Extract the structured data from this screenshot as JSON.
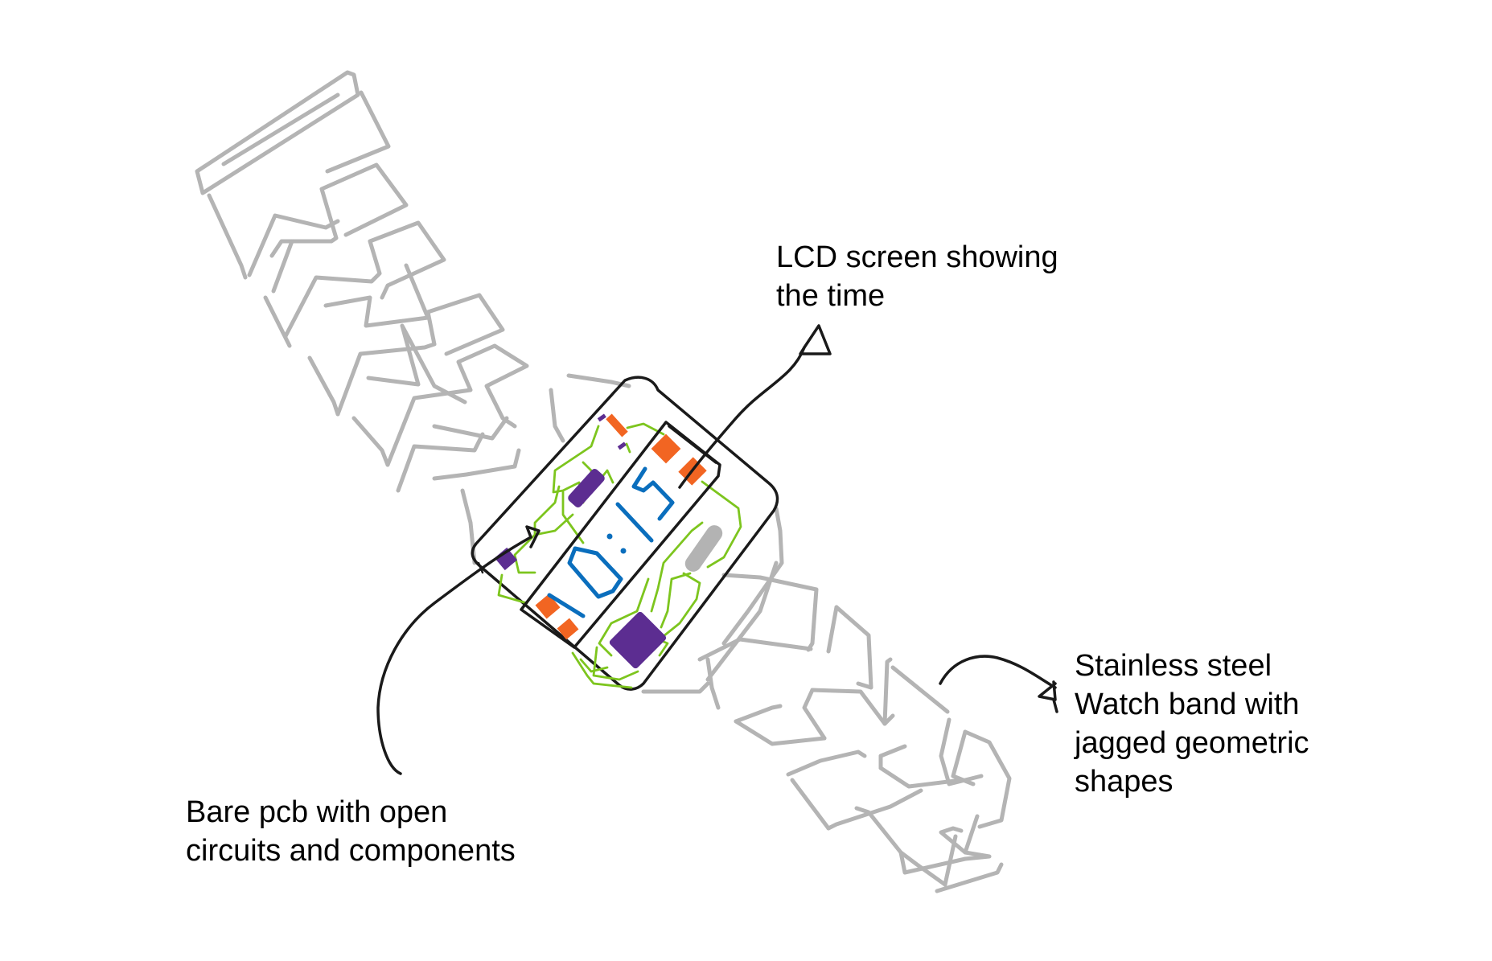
{
  "diagram": {
    "title": "Watch concept sketch",
    "lcd_time": "10:15",
    "annotations": [
      {
        "id": "lcd",
        "lines": [
          "LCD screen showing",
          "the time"
        ]
      },
      {
        "id": "pcb",
        "lines": [
          "Bare pcb with open",
          "circuits and components"
        ]
      },
      {
        "id": "band",
        "lines": [
          "Stainless steel",
          "Watch band with",
          "jagged geometric",
          "shapes"
        ]
      }
    ],
    "components": {
      "band": "stainless-steel-jagged-band",
      "case": "watch-case",
      "lcd": "lcd-screen",
      "pcb": "bare-pcb",
      "parts": [
        "resistor",
        "smd-pad",
        "ic-chip",
        "microcontroller-chip",
        "crystal-oscillator",
        "circuit-traces"
      ]
    }
  },
  "colors": {
    "ink": "#1a1a1a",
    "band": "#b4b4b4",
    "trace": "#7dc51e",
    "chip": "#5c2d91",
    "pad": "#f26522",
    "digits": "#0a6ebd",
    "oscillator": "#b3b3b3"
  }
}
